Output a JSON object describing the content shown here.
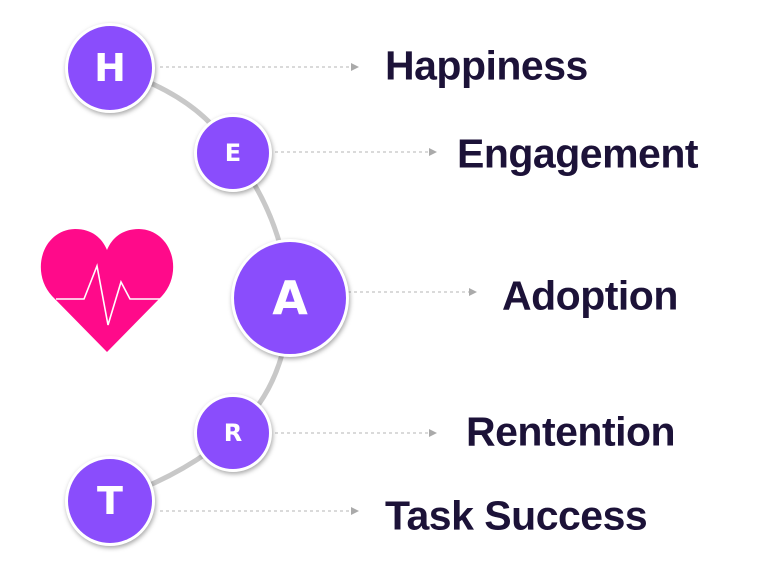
{
  "colors": {
    "node": "#8a4dfc",
    "heart": "#ff0a8a",
    "text": "#1c1238",
    "connector": "#c8c8c8"
  },
  "items": [
    {
      "letter": "H",
      "label": "Happiness"
    },
    {
      "letter": "E",
      "label": "Engagement"
    },
    {
      "letter": "A",
      "label": "Adoption"
    },
    {
      "letter": "R",
      "label": "Rentention"
    },
    {
      "letter": "T",
      "label": "Task Success"
    }
  ],
  "icon": "heartbeat-heart-icon"
}
